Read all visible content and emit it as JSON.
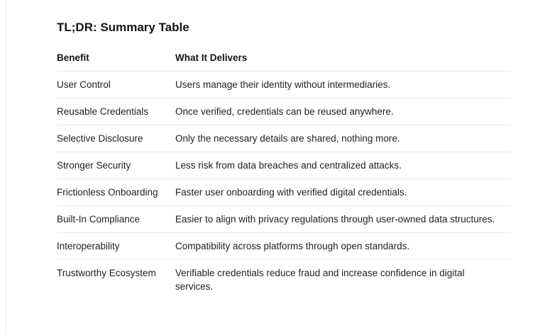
{
  "page": {
    "title": "TL;DR: Summary Table"
  },
  "table": {
    "columns": [
      {
        "key": "benefit",
        "label": "Benefit"
      },
      {
        "key": "delivers",
        "label": "What It Delivers"
      }
    ],
    "rows": [
      {
        "benefit": "User Control",
        "delivers": "Users manage their identity without intermediaries."
      },
      {
        "benefit": "Reusable Credentials",
        "delivers": "Once verified, credentials can be reused anywhere."
      },
      {
        "benefit": "Selective Disclosure",
        "delivers": "Only the necessary details are shared, nothing more."
      },
      {
        "benefit": "Stronger Security",
        "delivers": "Less risk from data breaches and centralized attacks."
      },
      {
        "benefit": "Frictionless Onboarding",
        "delivers": "Faster user onboarding with verified digital credentials."
      },
      {
        "benefit": "Built-In Compliance",
        "delivers": "Easier to align with privacy regulations through user-owned data structures."
      },
      {
        "benefit": "Interoperability",
        "delivers": "Compatibility across platforms through open standards."
      },
      {
        "benefit": "Trustworthy Ecosystem",
        "delivers": "Verifiable credentials reduce fraud and increase confidence in digital services."
      }
    ]
  },
  "colors": {
    "background": "#ffffff",
    "text": "#1f1f1f",
    "heading_text": "#141414",
    "row_divider": "#e9e9e9",
    "panel_edge": "#ececec"
  }
}
